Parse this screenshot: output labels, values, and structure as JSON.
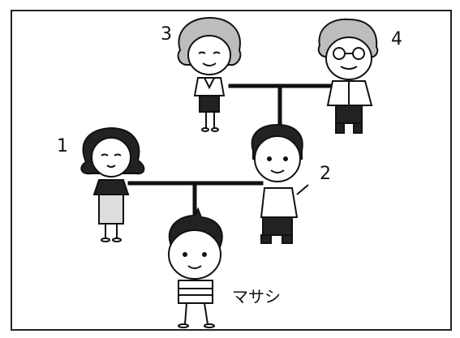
{
  "labels": {
    "person1": "1",
    "person2": "2",
    "person3": "3",
    "person4": "4",
    "child": "マサシ"
  },
  "colors": {
    "line": "#111111",
    "frame": "#222222"
  }
}
